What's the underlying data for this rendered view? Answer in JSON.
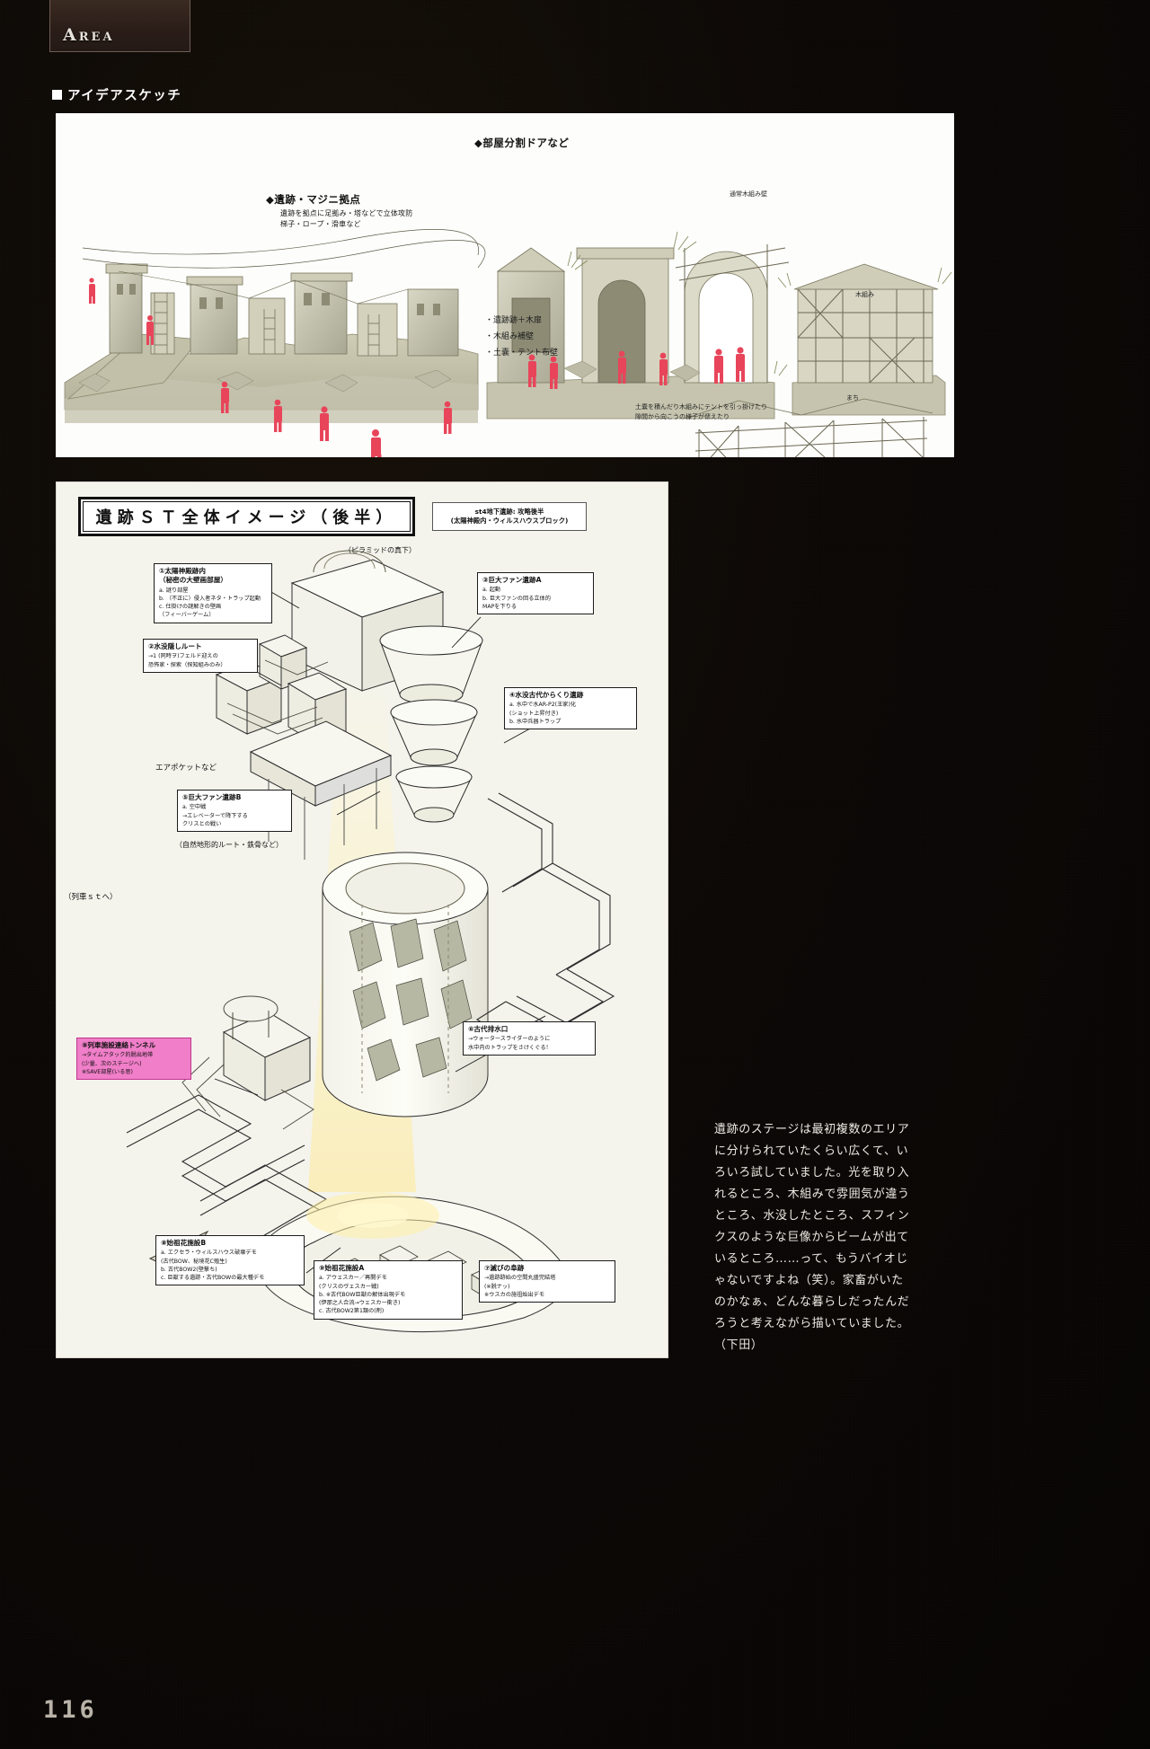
{
  "page": {
    "number": "116",
    "tab_label": "Area",
    "section_heading": "アイデアスケッチ"
  },
  "sketch_panel": {
    "labels": {
      "ruins_majini_base": "◆遺跡・マジニ拠点",
      "ruins_majini_desc": "遺跡を拠点に足拠み・塔などで立体攻防\n梯子・ロープ・滑車など",
      "room_divider_doors": "◆部屋分割ドアなど",
      "wood_frame_wall_note": "通常木組み壁",
      "wood_frame_small": "木組み"
    },
    "bullets": [
      "・遺跡跡＋木扉",
      "・木組み補壁",
      "・土嚢・テント布壁"
    ],
    "bottom_note": "土嚢を積んだり木組みにテントを引っ掛けたり\n隙間から向こうの様子が偲えたり",
    "signature": "まち"
  },
  "map_panel": {
    "title": "遺跡ＳＴ全体イメージ（後半）",
    "subtitle_line1": "st4地下遺跡: 攻略後半",
    "subtitle_line2": "(太陽神殿内・ウィルスハウスブロック)",
    "pyramid_note": "（ピラミッドの真下）",
    "air_pocket_note": "エアポケットなど",
    "natural_terrain_note": "（自然地形的ルート・鉄骨など）",
    "train_station_note": "（列車ｓｔへ）",
    "callouts": [
      {
        "id": "c1",
        "head": "①太陽神殿跡内\n（秘密の大壁画部屋）",
        "body": "a. 謎り部屋\nb. （不正に）侵入者ネタ・トラップ起動\n    c. 仕掛けの謎解きの壁画\n      （フィーバーゲーム）"
      },
      {
        "id": "c2",
        "head": "②水没隠しルート",
        "body": "→1 (同時ヲ)フェルド迎えの\n   恐怖家・探索（探知組みのみ）"
      },
      {
        "id": "c3",
        "head": "③巨大ファン遺跡A",
        "body": "a. 起動\nb. 巨大ファンの回る立体的\n    MAPを下りる"
      },
      {
        "id": "c4",
        "head": "④水没古代からくり遺跡",
        "body": "a. 水中で水AR-P2(王家)化\n    (ショット上昇付き)\nb. 水中兵器トラップ"
      },
      {
        "id": "c5",
        "head": "⑤巨大ファン遺跡B",
        "body": "a. 空中戦\n    →エレベーターで降下する\n      クリスとの戦い"
      },
      {
        "id": "c6",
        "head": "⑥古代排水口",
        "body": "→ウォータースライダーのように\n  水中内のトラップをさけくぐる！"
      },
      {
        "id": "c7",
        "head": "⑧列車施設連絡トンネル",
        "body": "→タイムアタック的脱出地帯\n  (少量、次のステージへ)\n  ※SAVE部屋(いる思)"
      },
      {
        "id": "c8",
        "head": "⑧始祖花施設B",
        "body": "a. エクセラ・ウィルスハウス破壊デモ\n    (古代BOW、秘境花C殖生)\n  b. 古代BOW2(壁撃ち)\n  c. 巨獣する遺跡・古代BOWの最大種デモ"
      },
      {
        "id": "c9",
        "head": "⑨始祖花施設A",
        "body": "a. アウェスカー／再開デモ\n    (クリスのヴェスカー戦)\nb. ※古代BOW巨獣の解体出現デモ\n    (伊那之人合流→ウェスカー衝き)\nc. 古代BOW2第1類の(剤)"
      },
      {
        "id": "c10",
        "head": "⑦滅びの阜跡",
        "body": "→遺跡跡始の空間丸盛完結塔\n  (※脱ナッ)\n  ※ウスカの施祖始出デモ"
      }
    ]
  },
  "body_text": "遺跡のステージは最初複数のエリアに分けられていたくらい広くて、いろいろ試していました。光を取り入れるところ、木組みで雰囲気が違うところ、水没したところ、スフィンクスのような巨像からビームが出ているところ……って、もうバイオじゃないですよね（笑）。家畜がいたのかなぁ、どんな暮らしだったんだろうと考えながら描いていました。（下田）",
  "colors": {
    "page_bg": "#0a0705",
    "panel_bg": "#fdfdfb",
    "map_bg": "#f4f3ec",
    "figure_red": "#e8455a",
    "callout_pink": "#f07ec8",
    "ink": "#111111",
    "ruin_green": "#b9b9a4"
  }
}
